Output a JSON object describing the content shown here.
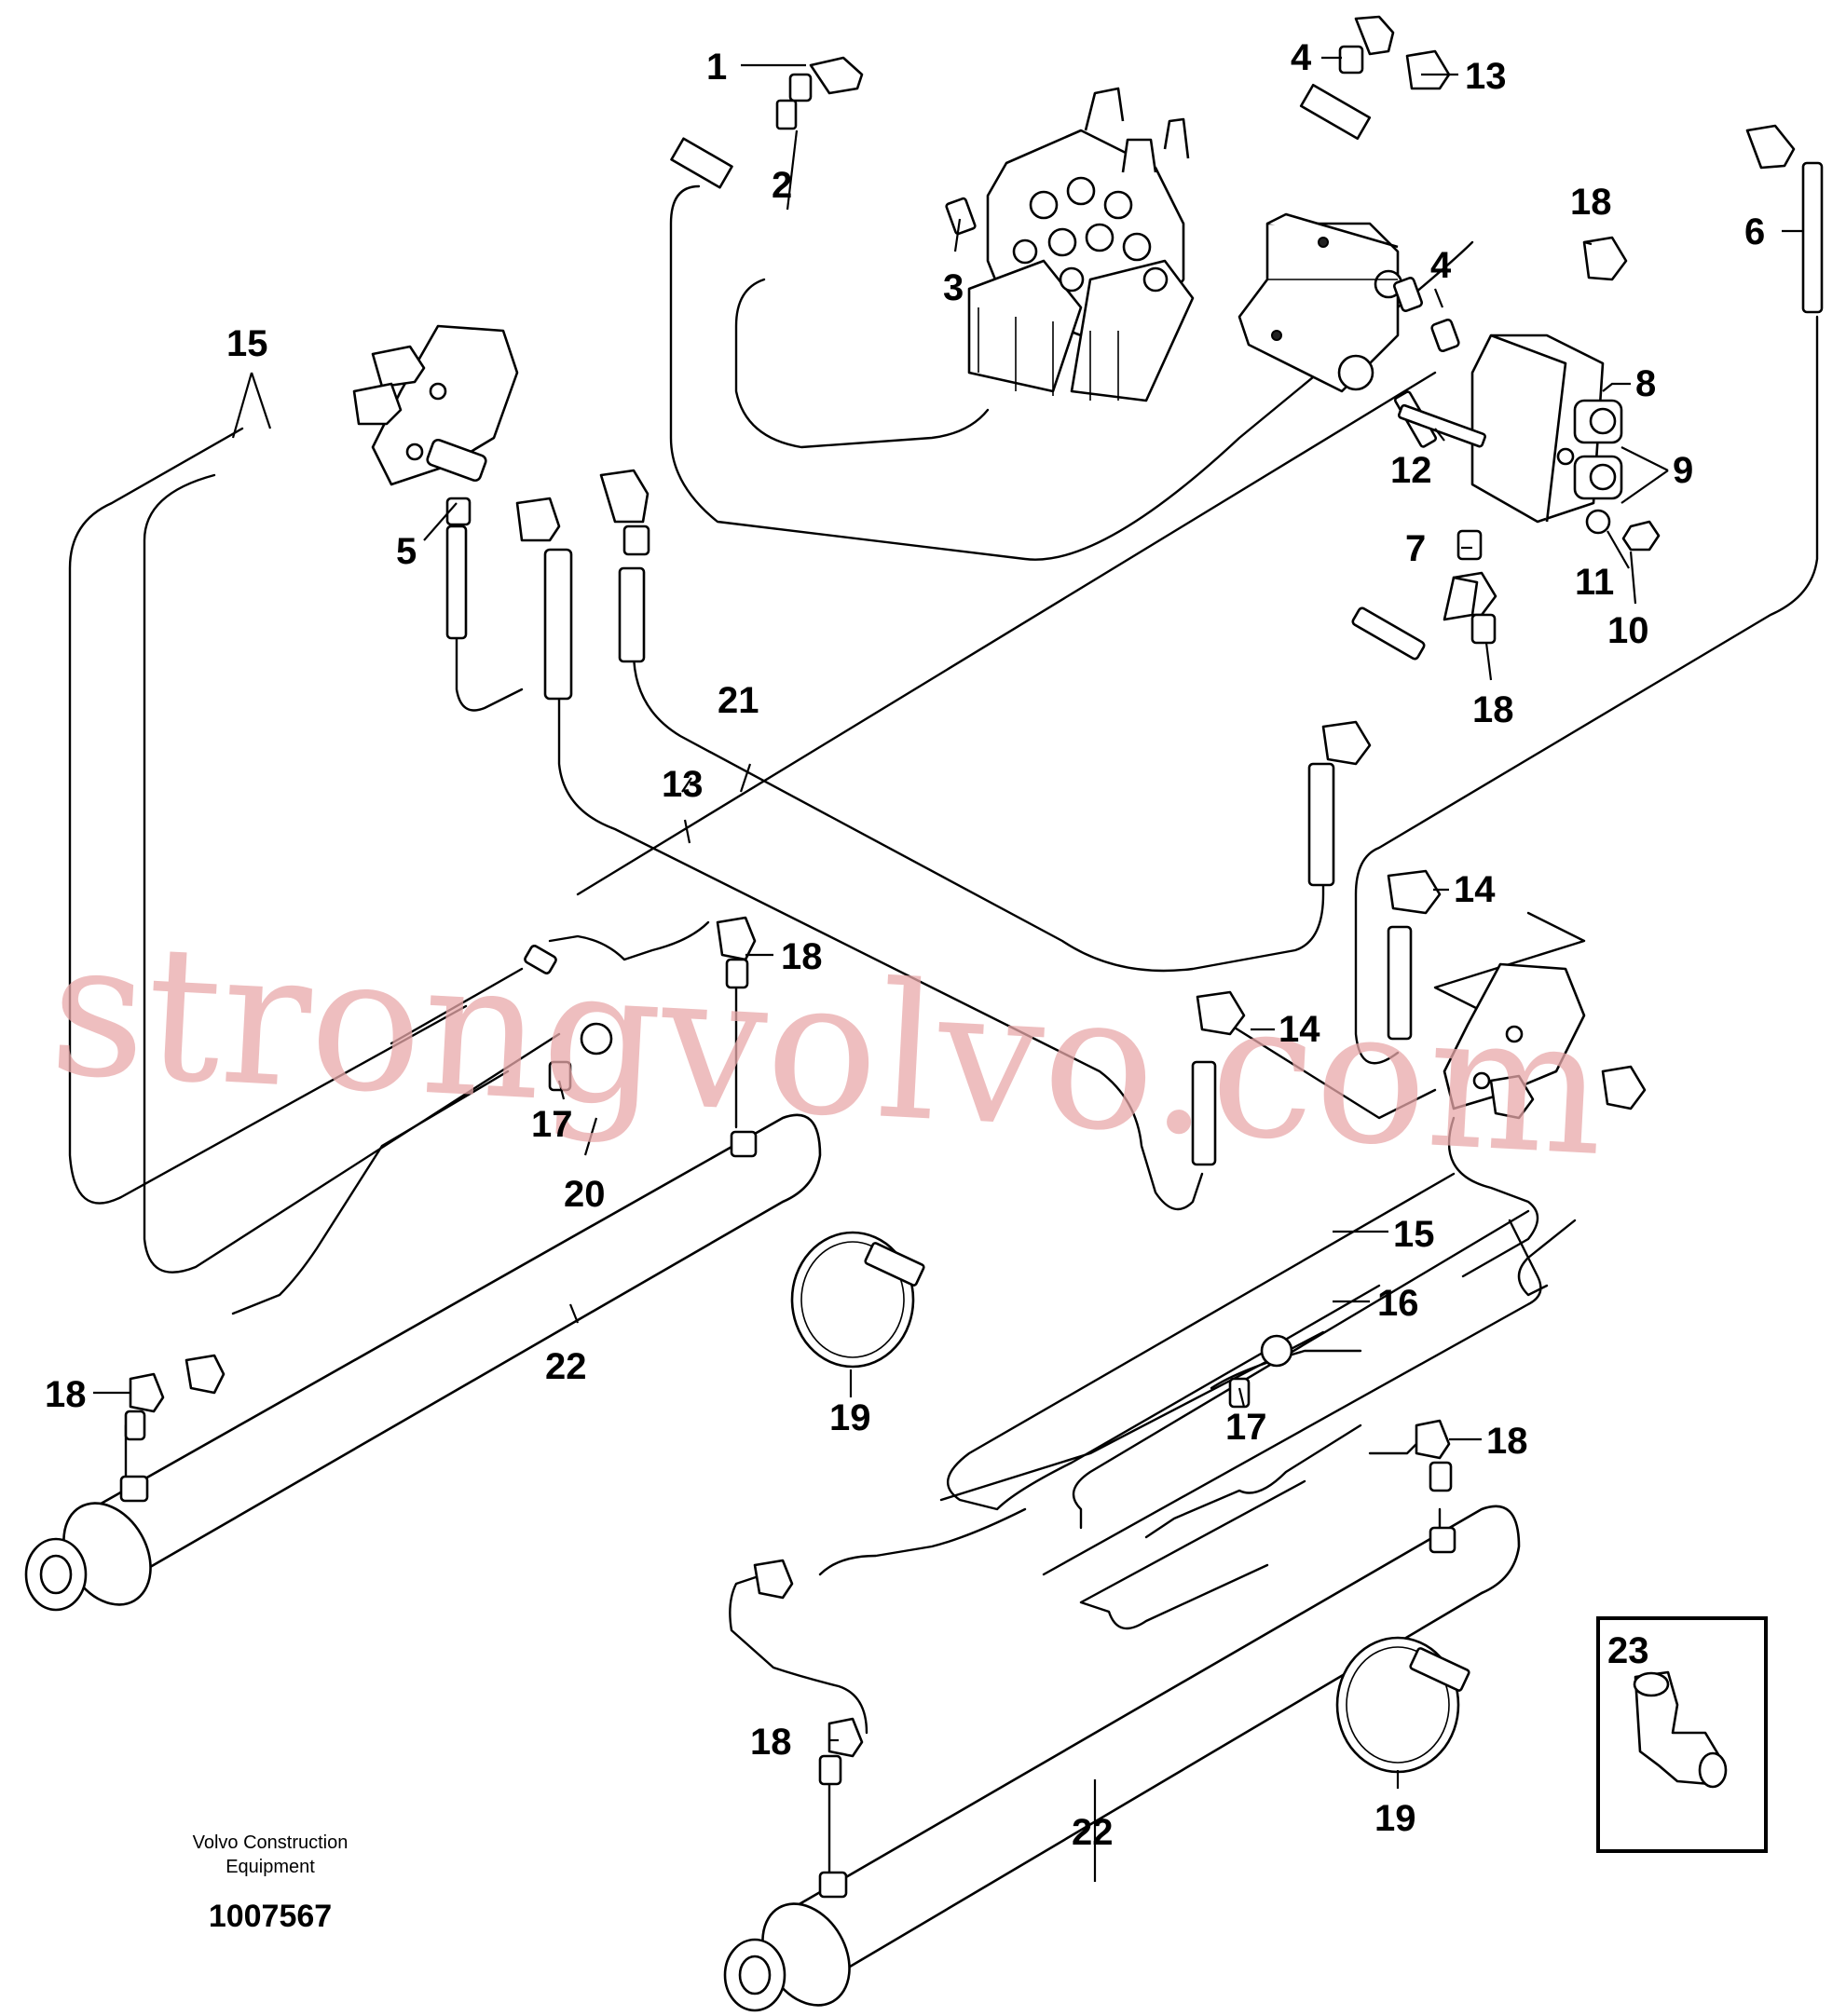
{
  "callouts": {
    "c1": "1",
    "c2": "2",
    "c3": "3",
    "c4a": "4",
    "c4b": "4",
    "c5": "5",
    "c6": "6",
    "c7": "7",
    "c8": "8",
    "c9": "9",
    "c10": "10",
    "c11": "11",
    "c12": "12",
    "c13a": "13",
    "c13b": "13",
    "c14a": "14",
    "c14b": "14",
    "c15a": "15",
    "c15b": "15",
    "c16": "16",
    "c17a": "17",
    "c17b": "17",
    "c18a": "18",
    "c18b": "18",
    "c18c": "18",
    "c18d": "18",
    "c18e": "18",
    "c18f": "18",
    "c19a": "19",
    "c19b": "19",
    "c20": "20",
    "c21": "21",
    "c22a": "22",
    "c22b": "22",
    "c23": "23"
  },
  "footer": {
    "line1": "Volvo Construction",
    "line2": "Equipment",
    "number": "1007567"
  },
  "watermark": "strongvolvo.com",
  "colors": {
    "ink": "#000000",
    "watermark": "#e9a9aa",
    "background": "#ffffff"
  }
}
